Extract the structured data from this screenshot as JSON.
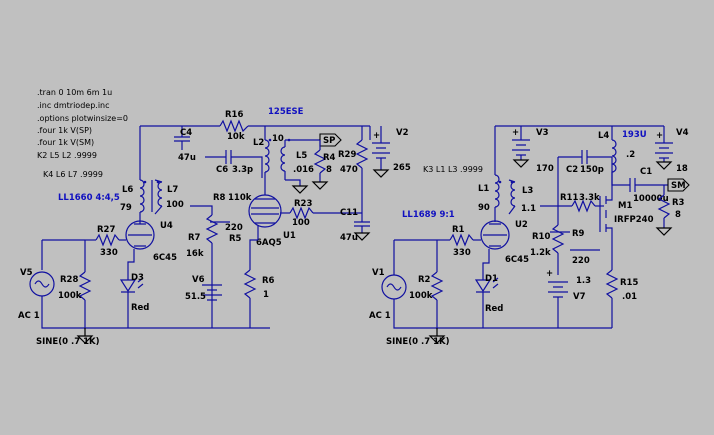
{
  "directives": [
    ".tran 0 10m 6m 1u",
    ".inc dmtriodep.inc",
    ".options plotwinsize=0",
    ".four 1k V(SP)",
    ".four 1k V(SM)",
    "K2 L5 L2 .9999",
    "K4 L6 L7 .9999",
    "K3 L1 L3 .9999"
  ],
  "left": {
    "transformer": "LL1660 4:4,5",
    "output_trafo": "125ESE",
    "labels": {
      "R16": "R16",
      "R16v": "10k",
      "C4": "C4",
      "C4v": "47u",
      "L2": "L2",
      "L2v": "10",
      "L5": "L5",
      "L5v": ".016",
      "R4": "R4",
      "R4v": "8",
      "R29": "R29",
      "R29v": "470",
      "V2": "V2",
      "V2v": "265",
      "C6": "C6",
      "C6v": "3.3p",
      "R8": "R8",
      "R8v": "110k",
      "L6": "L6",
      "L6v": "79",
      "L7": "L7",
      "L7v": "100",
      "R7": "R7",
      "R7v": "16k",
      "R5": "R5",
      "R5v": "220",
      "R23": "R23",
      "R23v": "100",
      "C11": "C11",
      "C11v": "47u",
      "U4": "U4",
      "U4v": "6C45",
      "U1": "U1",
      "U1v": "6AQ5",
      "R27": "R27",
      "R27v": "330",
      "R28": "R28",
      "R28v": "100k",
      "D3": "D3",
      "D3v": "Red",
      "V6": "V6",
      "V6v": "51.5",
      "R6": "R6",
      "R6v": "1",
      "V5": "V5",
      "V5ac": "AC 1",
      "sine": "SINE(0 .7 1K)",
      "net": "SP"
    }
  },
  "right": {
    "transformer": "LL1689 9:1",
    "choke": "193U",
    "labels": {
      "V3": "V3",
      "V3v": "170",
      "V4": "V4",
      "V4v": "18",
      "L4": "L4",
      "L4v": ".2",
      "C2": "C2",
      "C2v": "150p",
      "C1": "C1",
      "C1v": "10000u",
      "L1": "L1",
      "L1v": "90",
      "L3": "L3",
      "L3v": "1.1",
      "R11": "R11",
      "R11v": "3.3k",
      "M1": "M1",
      "M1v": "IRFP240",
      "R3": "R3",
      "R3v": "8",
      "U2": "U2",
      "U2v": "6C45",
      "R1": "R1",
      "R1v": "330",
      "R9": "R9",
      "R9v": "220",
      "R10": "R10",
      "R10v": "1.2k",
      "R2": "R2",
      "R2v": "100k",
      "D1": "D1",
      "D1v": "Red",
      "V7": "V7",
      "V7v": "1.3",
      "R15": "R15",
      "R15v": ".01",
      "V1": "V1",
      "V1ac": "AC 1",
      "sine": "SINE(0 .7 1K)",
      "net": "SM"
    }
  }
}
